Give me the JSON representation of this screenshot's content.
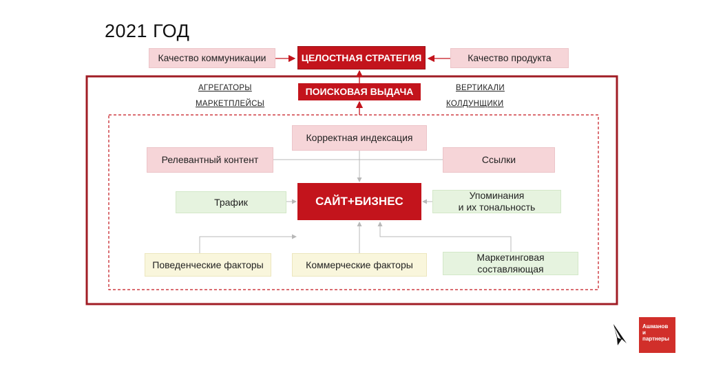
{
  "title": "2021 ГОД",
  "top_row": {
    "left": "Качество коммуникации",
    "center": "ЦЕЛОСТНАЯ СТРАТЕГИЯ",
    "right": "Качество продукта"
  },
  "search": {
    "center": "ПОИСКОВАЯ ВЫДАЧА",
    "left_links": [
      "АГРЕГАТОРЫ",
      "МАРКЕТПЛЕЙСЫ"
    ],
    "right_links": [
      "ВЕРТИКАЛИ",
      "КОЛДУНЩИКИ"
    ]
  },
  "factors": {
    "indexing": "Корректная индексация",
    "content": "Релевантный контент",
    "links": "Ссылки",
    "traffic": "Трафик",
    "core": "САЙТ+БИЗНЕС",
    "mentions_line1": "Упоминания",
    "mentions_line2": "и их тональность",
    "behavioral": "Поведенческие факторы",
    "commercial": "Коммерческие факторы",
    "marketing_line1": "Маркетинговая",
    "marketing_line2": "составляющая"
  },
  "logo": {
    "line1": "Ашманов",
    "line2": "и партнеры"
  },
  "colors": {
    "accent_red": "#c3141c",
    "frame_red": "#a01c24",
    "pink": "#f6d5d8",
    "green": "#e6f3df",
    "yellow": "#f9f6dc",
    "connector": "#b8b8b8"
  }
}
